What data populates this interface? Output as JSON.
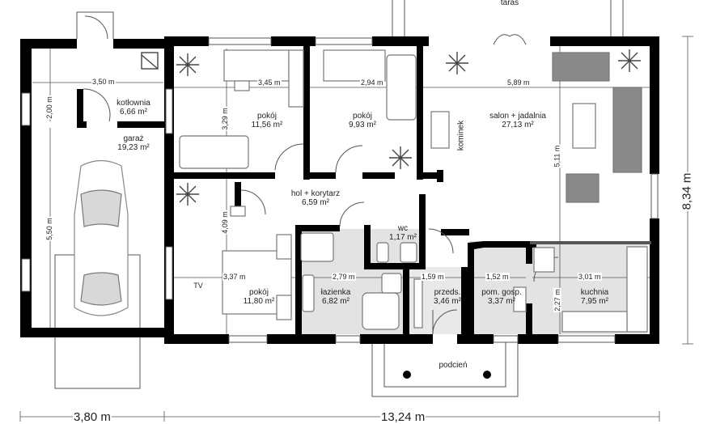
{
  "rooms": [
    {
      "name": "taras",
      "area": ""
    },
    {
      "name": "kotłownia",
      "area": "6,66 m²"
    },
    {
      "name": "garaż",
      "area": "19,23 m²"
    },
    {
      "name": "pokój",
      "area": "11,56 m²"
    },
    {
      "name": "pokój",
      "area": "9,93 m²"
    },
    {
      "name": "salon + jadalnia",
      "area": "27,13 m²"
    },
    {
      "name": "kominek",
      "area": ""
    },
    {
      "name": "hol + korytarz",
      "area": "6,59 m²"
    },
    {
      "name": "wc",
      "area": "1,17 m²"
    },
    {
      "name": "pokój",
      "area": "11,80 m²"
    },
    {
      "name": "łazienka",
      "area": "6,82 m²"
    },
    {
      "name": "przeds.",
      "area": "3,46 m²"
    },
    {
      "name": "pom. gosp.",
      "area": "3,37 m²"
    },
    {
      "name": "kuchnia",
      "area": "7,95 m²"
    },
    {
      "name": "podcień",
      "area": ""
    }
  ],
  "tv_label": "TV",
  "dimensions": {
    "kotlownia_width": "3,50 m",
    "kotlownia_height": "2,00 m",
    "garaz_height": "5,50 m",
    "pokoj1_width": "3,45 m",
    "pokoj1_height": "3,29 m",
    "pokoj2_width": "2,94 m",
    "salon_width": "5,89 m",
    "salon_height": "5,11 m",
    "pokoj3_width": "3,37 m",
    "pokoj3_height": "4,09 m",
    "lazienka_width": "2,79 m",
    "przeds_width": "1,59 m",
    "pom_gosp_width": "1,52 m",
    "kuchnia_width": "3,01 m",
    "kuchnia_height": "2,27 m",
    "total_height": "8,34 m",
    "bottom_left": "3,80 m",
    "bottom_main": "13,24 m"
  },
  "colors": {
    "wall": "#000000",
    "floor_tile": "#e3e3e3",
    "furniture": "#7a7a7a",
    "line": "#555555"
  }
}
